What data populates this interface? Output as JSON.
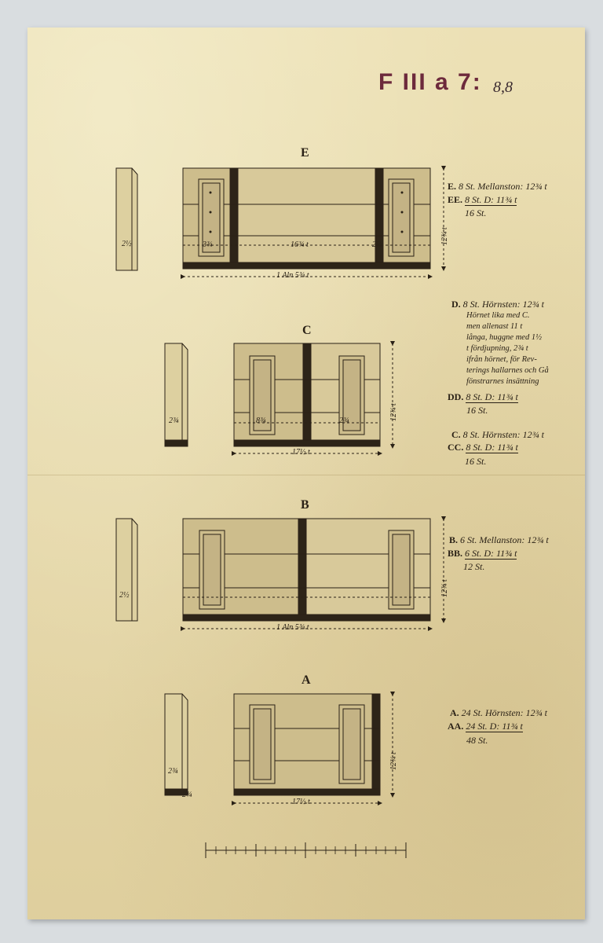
{
  "stamp": {
    "code": "F III a 7:",
    "number": "8,8"
  },
  "figures": {
    "E": {
      "letter": "E",
      "side": "2½",
      "left_inner": "3¾",
      "middle": "16¾ t",
      "right_inner": "2¼",
      "width": "1 Aln 5¾ t",
      "height": "12¾ t"
    },
    "C": {
      "letter": "C",
      "side": "2¾",
      "left_inner": "8¾",
      "right_inner": "2¾",
      "width": "17½ t",
      "height": "12¾ t"
    },
    "B": {
      "letter": "B",
      "side": "2½",
      "width": "1 Aln 5¾ t",
      "height": "12¾ t"
    },
    "A": {
      "letter": "A",
      "side": "2¾",
      "corner": "2¾",
      "width": "17½ t",
      "height": "12¾ t"
    }
  },
  "notes": {
    "E": {
      "line1_label": "E.",
      "line1_text": "8 St. Mellanston: 12¾ t",
      "line2_label": "EE.",
      "line2_text": "8 St. D: 11¾ t",
      "total": "16 St."
    },
    "D": {
      "line1_label": "D.",
      "line1_text": "8 St. Hörnsten: 12¾ t",
      "desc1": "Hörnet lika med C.",
      "desc2": "men allenast 11 t",
      "desc3": "långa, huggne med 1½",
      "desc4": "t fördjupning, 2¾ t",
      "desc5": "ifrån hörnet, för Rev-",
      "desc6": "terings hallarnes och Gå",
      "desc7": "fönstrarnes insättning",
      "line2_label": "DD.",
      "line2_text": "8 St. D: 11¾ t",
      "total": "16 St."
    },
    "C": {
      "line1_label": "C.",
      "line1_text": "8 St. Hörnsten: 12¾ t",
      "line2_label": "CC.",
      "line2_text": "8 St. D: 11¾ t",
      "total": "16 St."
    },
    "B": {
      "line1_label": "B.",
      "line1_text": "6 St. Mellanston: 12¾ t",
      "line2_label": "BB.",
      "line2_text": "6 St. D: 11¾ t",
      "total": "12 St."
    },
    "A": {
      "line1_label": "A.",
      "line1_text": "24 St. Hörnsten: 12¾ t",
      "line2_label": "AA.",
      "line2_text": "24 St. D: 11¾ t",
      "total": "48 St."
    }
  }
}
